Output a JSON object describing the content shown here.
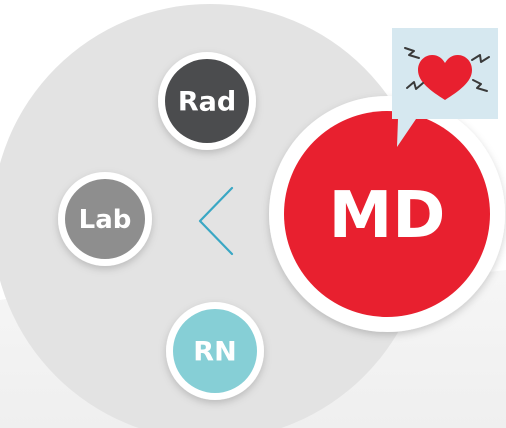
{
  "nodes": {
    "rad": {
      "label": "Rad",
      "color": "#4b4c4e"
    },
    "lab": {
      "label": "Lab",
      "color": "#8e8e8e"
    },
    "rn": {
      "label": "RN",
      "color": "#86cfd6"
    },
    "md": {
      "label": "MD",
      "color": "#e8202f"
    }
  },
  "hub": {
    "color": "#e3e3e3",
    "chevron_color": "#3aa7c4",
    "chevron_icon": "chevron-left-icon"
  },
  "speech_bubble": {
    "background": "#d6e8f0",
    "icon": "heart-with-sparks-icon",
    "heart_color": "#e8202f",
    "spark_color": "#3a3a3a"
  },
  "connector": {
    "color": "#bdbdbd"
  }
}
